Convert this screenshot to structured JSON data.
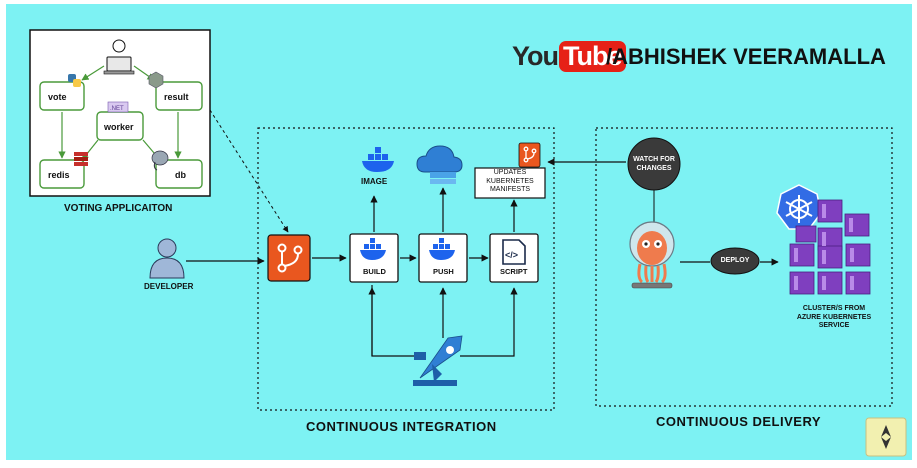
{
  "header": {
    "youtube_you": "You",
    "youtube_tube": "Tube",
    "channel": "/ABHISHEK VEERAMALLA"
  },
  "voting_app": {
    "title": "VOTING APPLICAITON",
    "nodes": {
      "vote": "vote",
      "result": "result",
      "worker": "worker",
      "net_badge": ".NET",
      "redis": "redis",
      "db": "db"
    }
  },
  "developer": {
    "label": "DEVELOPER"
  },
  "ci": {
    "title": "CONTINUOUS INTEGRATION",
    "image_label": "IMAGE",
    "build_label": "BUILD",
    "push_label": "PUSH",
    "script_label": "SCRIPT",
    "updates_label": "UPDATES\nKUBERNETES\nMANIFESTS"
  },
  "cd": {
    "title": "CONTINUOUS DELIVERY",
    "watch_label": "WATCH FOR\nCHANGES",
    "deploy_label": "DEPLOY",
    "cluster_label": "CLUSTER/S FROM\nAZURE KUBERNETES\nSERVICE"
  },
  "colors": {
    "background": "#7df2f3",
    "youtube_red": "#e62117",
    "git_orange": "#e9571f",
    "docker_blue": "#1d63ed",
    "k8s_blue": "#326ce5",
    "aks_purple": "#7f3fbf",
    "argo_orange": "#ef7b4d",
    "azure_blue": "#0078d4"
  },
  "icons": {
    "git": "git-icon",
    "docker": "docker-icon",
    "cloud": "cloud-icon",
    "script": "code-icon",
    "developer": "person-icon",
    "argo": "argocd-octopus-icon",
    "kubernetes": "kubernetes-icon",
    "pipelines": "azure-pipelines-icon"
  }
}
